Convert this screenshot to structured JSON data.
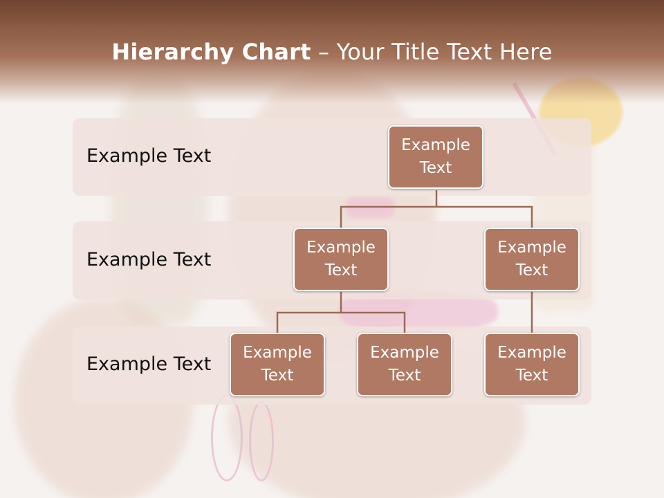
{
  "title": {
    "bold": "Hierarchy Chart",
    "rest": " – Your Title Text Here"
  },
  "levels": [
    {
      "label": "Example Text"
    },
    {
      "label": "Example Text"
    },
    {
      "label": "Example Text"
    }
  ],
  "nodes": {
    "root": {
      "line1": "Example",
      "line2": "Text"
    },
    "l2_left": {
      "line1": "Example",
      "line2": "Text"
    },
    "l2_right": {
      "line1": "Example",
      "line2": "Text"
    },
    "l3_a": {
      "line1": "Example",
      "line2": "Text"
    },
    "l3_b": {
      "line1": "Example",
      "line2": "Text"
    },
    "l3_c": {
      "line1": "Example",
      "line2": "Text"
    }
  },
  "colors": {
    "header": "#8a5a42",
    "node_fill": "#b07963",
    "connector": "#9b6a55",
    "band": "#f0e2dd"
  }
}
